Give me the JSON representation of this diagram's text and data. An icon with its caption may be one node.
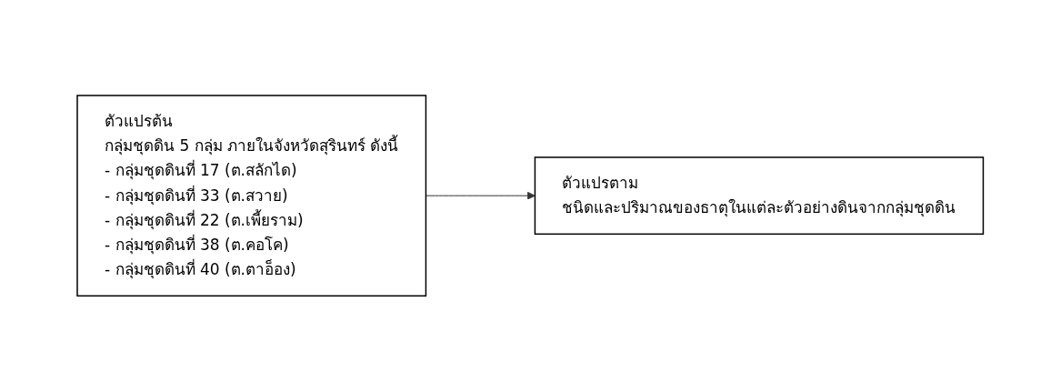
{
  "diagram": {
    "nodes": [
      {
        "text": [
          "ตัวแปรต้น",
          "กลุ่มชุดดิน 5 กลุ่ม ภายในจังหวัดสุรินทร์ ดังนี้",
          "- กลุ่มชุดดินที่ 17 (ต.สลักได)",
          "- กลุ่มชุดดินที่ 33 (ต.สวาย)",
          "- กลุ่มชุดดินที่ 22 (ต.เพี้ยราม)",
          "- กลุ่มชุดดินที่ 38 (ต.คอโค)",
          "- กลุ่มชุดดินที่ 40 (ต.ตาอ็อง)"
        ]
      },
      {
        "text": [
          "ตัวแปรตาม",
          "ชนิดและปริมาณของธาตุในแต่ละตัวอย่างดินจากกลุ่มชุดดิน"
        ]
      }
    ],
    "edges": [
      {
        "from": 0,
        "to": 1,
        "arrow": "to"
      }
    ]
  }
}
